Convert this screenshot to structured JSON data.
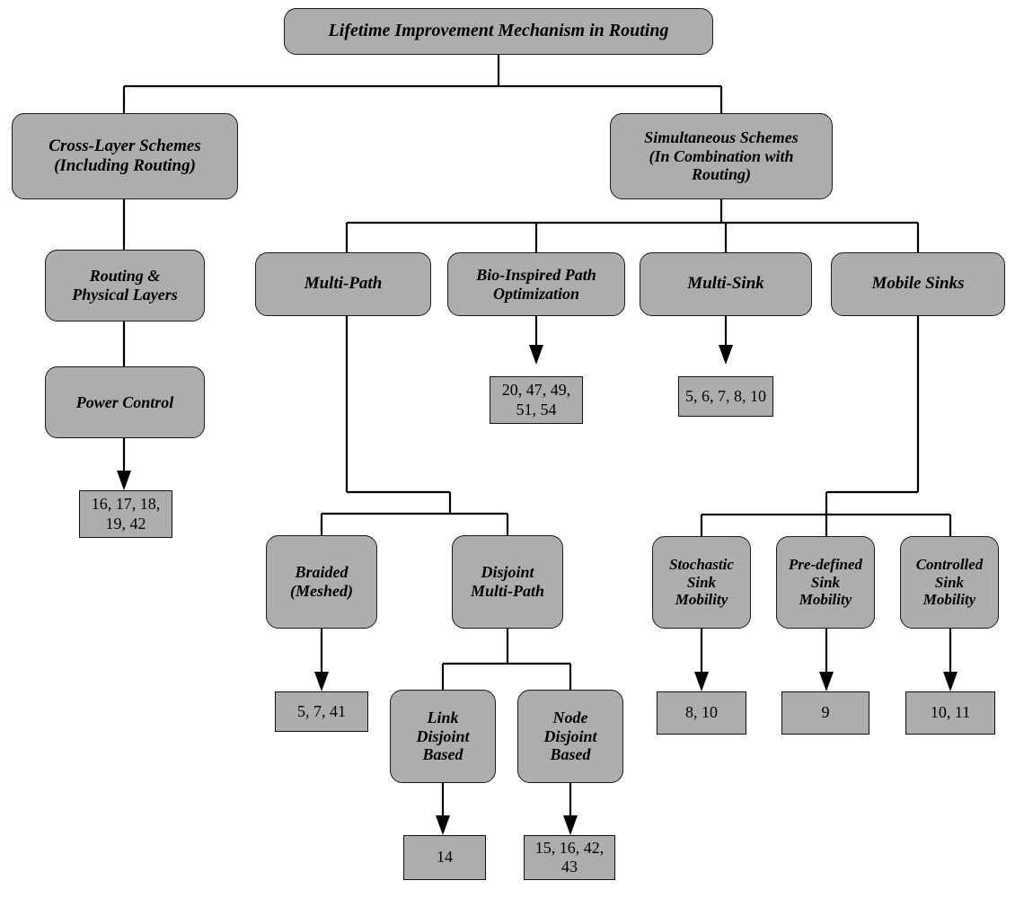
{
  "diagram": {
    "title": "Lifetime Improvement Mechanism in Routing",
    "node_fill": "#adadad",
    "node_border": "#1a1a1a",
    "connector_color": "#000000",
    "nodes": {
      "root": "Lifetime Improvement Mechanism in Routing",
      "cross_layer": "Cross-Layer Schemes\n(Including Routing)",
      "simultaneous": "Simultaneous Schemes\n(In Combination with\nRouting)",
      "routing_physical": "Routing &\nPhysical Layers",
      "power_control": "Power Control",
      "multi_path": "Multi-Path",
      "bio_inspired": "Bio-Inspired Path\nOptimization",
      "multi_sink": "Multi-Sink",
      "mobile_sinks": "Mobile Sinks",
      "braided": "Braided\n(Meshed)",
      "disjoint_multi_path": "Disjoint\nMulti-Path",
      "link_disjoint": "Link\nDisjoint\nBased",
      "node_disjoint": "Node\nDisjoint\nBased",
      "stochastic_sink": "Stochastic\nSink\nMobility",
      "predefined_sink": "Pre-defined\nSink\nMobility",
      "controlled_sink": "Controlled\nSink\nMobility"
    },
    "references": {
      "power_control_refs": "16, 17, 18,\n19, 42",
      "bio_inspired_refs": "20, 47, 49,\n51, 54",
      "multi_sink_refs": "5, 6, 7, 8, 10",
      "braided_refs": "5, 7, 41",
      "link_disjoint_refs": "14",
      "node_disjoint_refs": "15, 16, 42,\n43",
      "stochastic_refs": "8, 10",
      "predefined_refs": "9",
      "controlled_refs": "10, 11"
    }
  }
}
